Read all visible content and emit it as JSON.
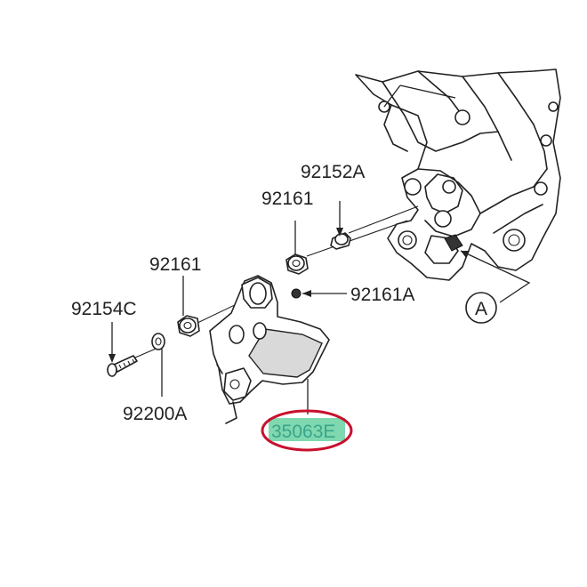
{
  "callouts": {
    "p92152A": "92152A",
    "p92161_upper": "92161",
    "p92161_lower": "92161",
    "p92161A": "92161A",
    "p92154C": "92154C",
    "p92200A": "92200A",
    "p35063": "35063E",
    "ref_a": "A"
  },
  "colors": {
    "highlight_fill": "#7fd8b0",
    "highlight_ring": "#c8102e",
    "line": "#222222"
  }
}
